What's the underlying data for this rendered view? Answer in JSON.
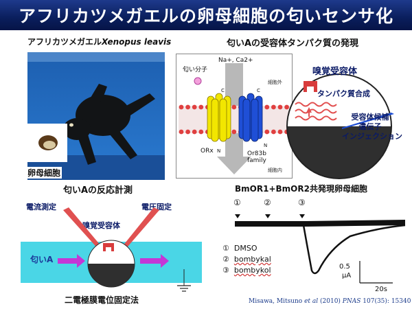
{
  "title": "アフリカツメガエルの卵母細胞の匂いセンサ化",
  "frog": {
    "label_prefix": "アフリカツメガエル",
    "label_species": "Xenopus leavis",
    "oocyte_label": "卵母細胞"
  },
  "receptor": {
    "heading": "匂いAの受容体タンパク質の発現",
    "odorant": "匂い分子",
    "ions": "Na+, Ca2+",
    "outside": "細胞外",
    "inside": "細胞内",
    "orx": "ORx",
    "or83b_line1": "Or83b",
    "or83b_line2": "family",
    "c_label": "C",
    "n_label": "N"
  },
  "cell": {
    "olfactory_receptor": "嗅覚受容体",
    "protein_synthesis": "タンパク質合成",
    "injection_line1": "受容体候補",
    "injection_line2": "遺伝子",
    "injection_line3": "インジェクション"
  },
  "measurement": {
    "heading": "匂いAの反応計測",
    "current": "電流測定",
    "voltage": "電圧固定",
    "receptor": "嗅覚受容体",
    "odor": "匂いA",
    "method": "二電極膜電位固定法"
  },
  "trace": {
    "heading": "BmOR1+BmOR2共発現卵母細胞",
    "markers": [
      "①",
      "②",
      "③"
    ],
    "legend": [
      {
        "num": "①",
        "text": "DMSO"
      },
      {
        "num": "②",
        "text": "bombykal"
      },
      {
        "num": "③",
        "text": "bombykol"
      }
    ],
    "scale_current_value": "0.5",
    "scale_current_unit": "μA",
    "scale_time": "20s"
  },
  "reference": {
    "authors": "Misawa, Mitsuno ",
    "etal": "et al",
    "year": " (2010) ",
    "journal": "PNAS",
    "volume": " 107(35): 15340"
  },
  "colors": {
    "title_bg": "#0a1e5c",
    "pool": "#4ad6e6",
    "receptor_red": "#d83c3c",
    "helix_yellow": "#f2e600",
    "helix_blue": "#1f4fd6",
    "arrow_magenta": "#c437d6"
  }
}
